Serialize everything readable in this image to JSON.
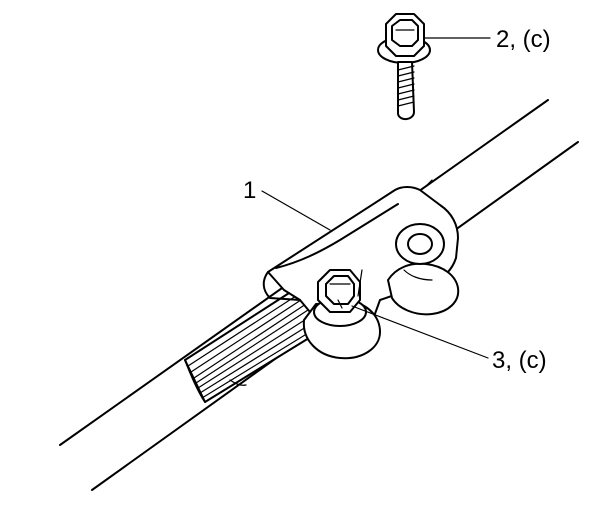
{
  "callouts": {
    "part1": "1",
    "part2": "2, (c)",
    "part3": "3, (c)"
  }
}
